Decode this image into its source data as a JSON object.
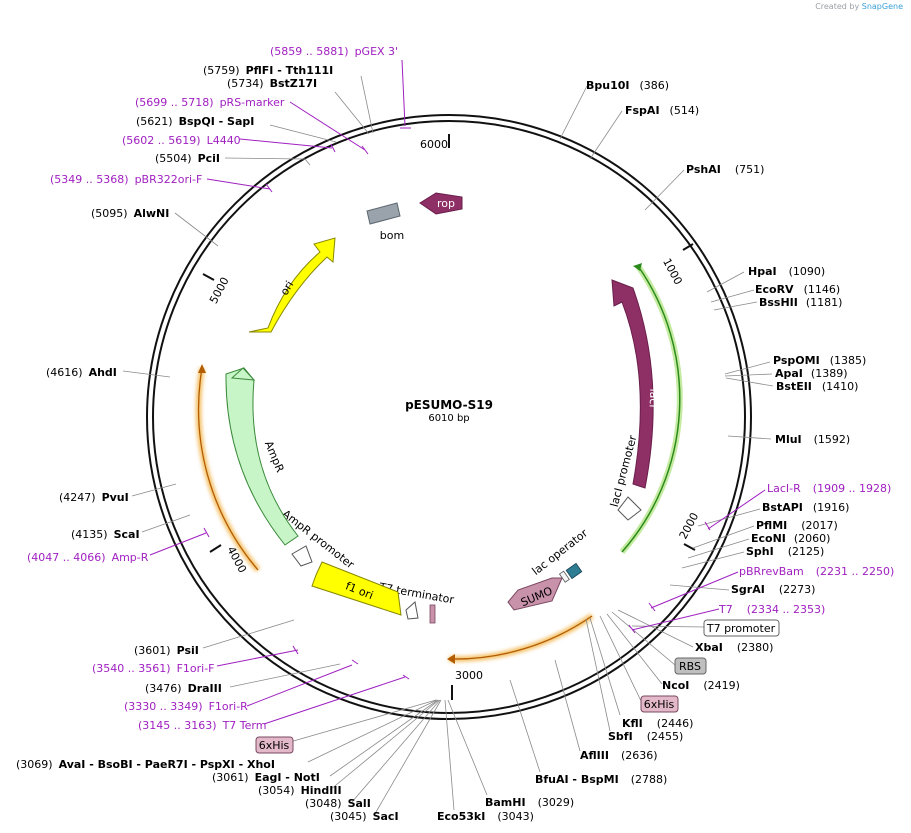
{
  "credit": {
    "prefix": "Created by",
    "brand": "SnapGene"
  },
  "plasmid": {
    "name": "pESUMO-S19",
    "size": "6010 bp"
  },
  "ticks": [
    "1000",
    "2000",
    "3000",
    "4000",
    "5000",
    "6000"
  ],
  "features": {
    "rop": "rop",
    "bom": "bom",
    "ori": "ori",
    "lacI": "lacI",
    "lacI_promoter": "lacI promoter",
    "lac_operator": "lac operator",
    "SUMO": "SUMO",
    "T7_terminator": "T7 terminator",
    "f1_ori": "f1 ori",
    "AmpR_promoter": "AmpR promoter",
    "AmpR": "AmpR"
  },
  "sites_right": [
    {
      "name": "Bpu10I",
      "pos": "(386)"
    },
    {
      "name": "FspAI",
      "pos": "(514)"
    },
    {
      "name": "PshAI",
      "pos": "(751)"
    },
    {
      "name": "HpaI",
      "pos": "(1090)"
    },
    {
      "name": "EcoRV",
      "pos": "(1146)"
    },
    {
      "name": "BssHII",
      "pos": "(1181)"
    },
    {
      "name": "PspOMI",
      "pos": "(1385)"
    },
    {
      "name": "ApaI",
      "pos": "(1389)"
    },
    {
      "name": "BstEII",
      "pos": "(1410)"
    },
    {
      "name": "MluI",
      "pos": "(1592)"
    },
    {
      "name": "BstAPI",
      "pos": "(1916)"
    },
    {
      "name": "PflMI",
      "pos": "(2017)"
    },
    {
      "name": "EcoNI",
      "pos": "(2060)"
    },
    {
      "name": "SphI",
      "pos": "(2125)"
    },
    {
      "name": "SgrAI",
      "pos": "(2273)"
    },
    {
      "name": "XbaI",
      "pos": "(2380)"
    },
    {
      "name": "NcoI",
      "pos": "(2419)"
    },
    {
      "name": "KflI",
      "pos": "(2446)"
    },
    {
      "name": "SbfI",
      "pos": "(2455)"
    },
    {
      "name": "AflIII",
      "pos": "(2636)"
    },
    {
      "name": "BfuAI - BspMI",
      "pos": "(2788)"
    },
    {
      "name": "BamHI",
      "pos": "(3029)"
    },
    {
      "name": "Eco53kI",
      "pos": "(3043)"
    }
  ],
  "primers_right": [
    {
      "name": "LacI-R",
      "range": "(1909 .. 1928)"
    },
    {
      "name": "pBRrevBam",
      "range": "(2231 .. 2250)"
    },
    {
      "name": "T7",
      "range": "(2334 .. 2353)"
    }
  ],
  "badges": {
    "t7_promoter": "T7 promoter",
    "rbs": "RBS",
    "his_right": "6xHis",
    "his_left": "6xHis"
  },
  "sites_left": [
    {
      "pos": "(5759)",
      "name": "PflFI - Tth111I"
    },
    {
      "pos": "(5734)",
      "name": "BstZ17I"
    },
    {
      "pos": "(5621)",
      "name": "BspQI - SapI"
    },
    {
      "pos": "(5504)",
      "name": "PciI"
    },
    {
      "pos": "(5095)",
      "name": "AlwNI"
    },
    {
      "pos": "(4616)",
      "name": "AhdI"
    },
    {
      "pos": "(4247)",
      "name": "PvuI"
    },
    {
      "pos": "(4135)",
      "name": "ScaI"
    },
    {
      "pos": "(3601)",
      "name": "PsiI"
    },
    {
      "pos": "(3476)",
      "name": "DraIII"
    },
    {
      "pos": "(3069)",
      "name": "AvaI - BsoBI - PaeR7I - PspXI - XhoI"
    },
    {
      "pos": "(3061)",
      "name": "EagI - NotI"
    },
    {
      "pos": "(3054)",
      "name": "HindIII"
    },
    {
      "pos": "(3048)",
      "name": "SalI"
    },
    {
      "pos": "(3045)",
      "name": "SacI"
    }
  ],
  "primers_left": [
    {
      "name": "pGEX 3'",
      "range": "(5859 .. 5881)"
    },
    {
      "name": "pRS-marker",
      "range": "(5699 .. 5718)"
    },
    {
      "name": "L4440",
      "range": "(5602 .. 5619)"
    },
    {
      "name": "pBR322ori-F",
      "range": "(5349 .. 5368)"
    },
    {
      "name": "Amp-R",
      "range": "(4047 .. 4066)"
    },
    {
      "name": "F1ori-F",
      "range": "(3540 .. 3561)"
    },
    {
      "name": "F1ori-R",
      "range": "(3330 .. 3349)"
    },
    {
      "name": "T7 Term",
      "range": "(3145 .. 3163)"
    }
  ]
}
